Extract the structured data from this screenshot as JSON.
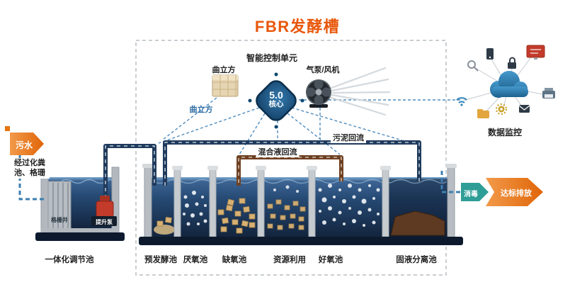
{
  "title": "FBR发酵槽",
  "control_unit": {
    "label": "智能控制单元",
    "qulifang_top": "曲立方",
    "qulifang_side": "曲立方",
    "core_version": "5.0",
    "core_name": "核心",
    "fan_label": "气泵/风机"
  },
  "monitoring": {
    "label": "数据监控"
  },
  "inflow": {
    "arrow_label": "污水",
    "note": "经过化粪池、格珊"
  },
  "outflow": {
    "disinfect_label": "消毒",
    "discharge_label": "达标排放"
  },
  "reflux": {
    "mixed_label": "混合液回流",
    "sludge_label": "污泥回流"
  },
  "equalization_tank": {
    "name": "一体化调节池",
    "grid_well_label": "格栅井",
    "lift_pump_label": "提升泵"
  },
  "sections": [
    {
      "name": "预发酵池"
    },
    {
      "name": "厌氧池"
    },
    {
      "name": "缺氧池"
    },
    {
      "name": "资源利用"
    },
    {
      "name": "好氧池"
    },
    {
      "name": "固液分离池"
    }
  ],
  "icons": {
    "qulifang": "qulifang-cubes-icon",
    "fan": "fan-icon",
    "cloud": "cloud-icon",
    "magnifier": "magnifier-icon",
    "phone": "phone-icon",
    "lock": "lock-icon",
    "monitor": "monitor-icon",
    "printer": "printer-icon",
    "envelope": "envelope-icon",
    "gear": "gear-icon",
    "folder": "folder-icon",
    "wifi": "wifi-icon"
  },
  "colors": {
    "accent_orange": "#E8570B",
    "core_blue": "#1D5A8A",
    "pipe_navy": "#1F3A5C",
    "pipe_brown": "#6E4022",
    "disinfect_teal": "#2E9E96",
    "water_dark": "#16283F",
    "carrier_tan": "#D8B172"
  }
}
